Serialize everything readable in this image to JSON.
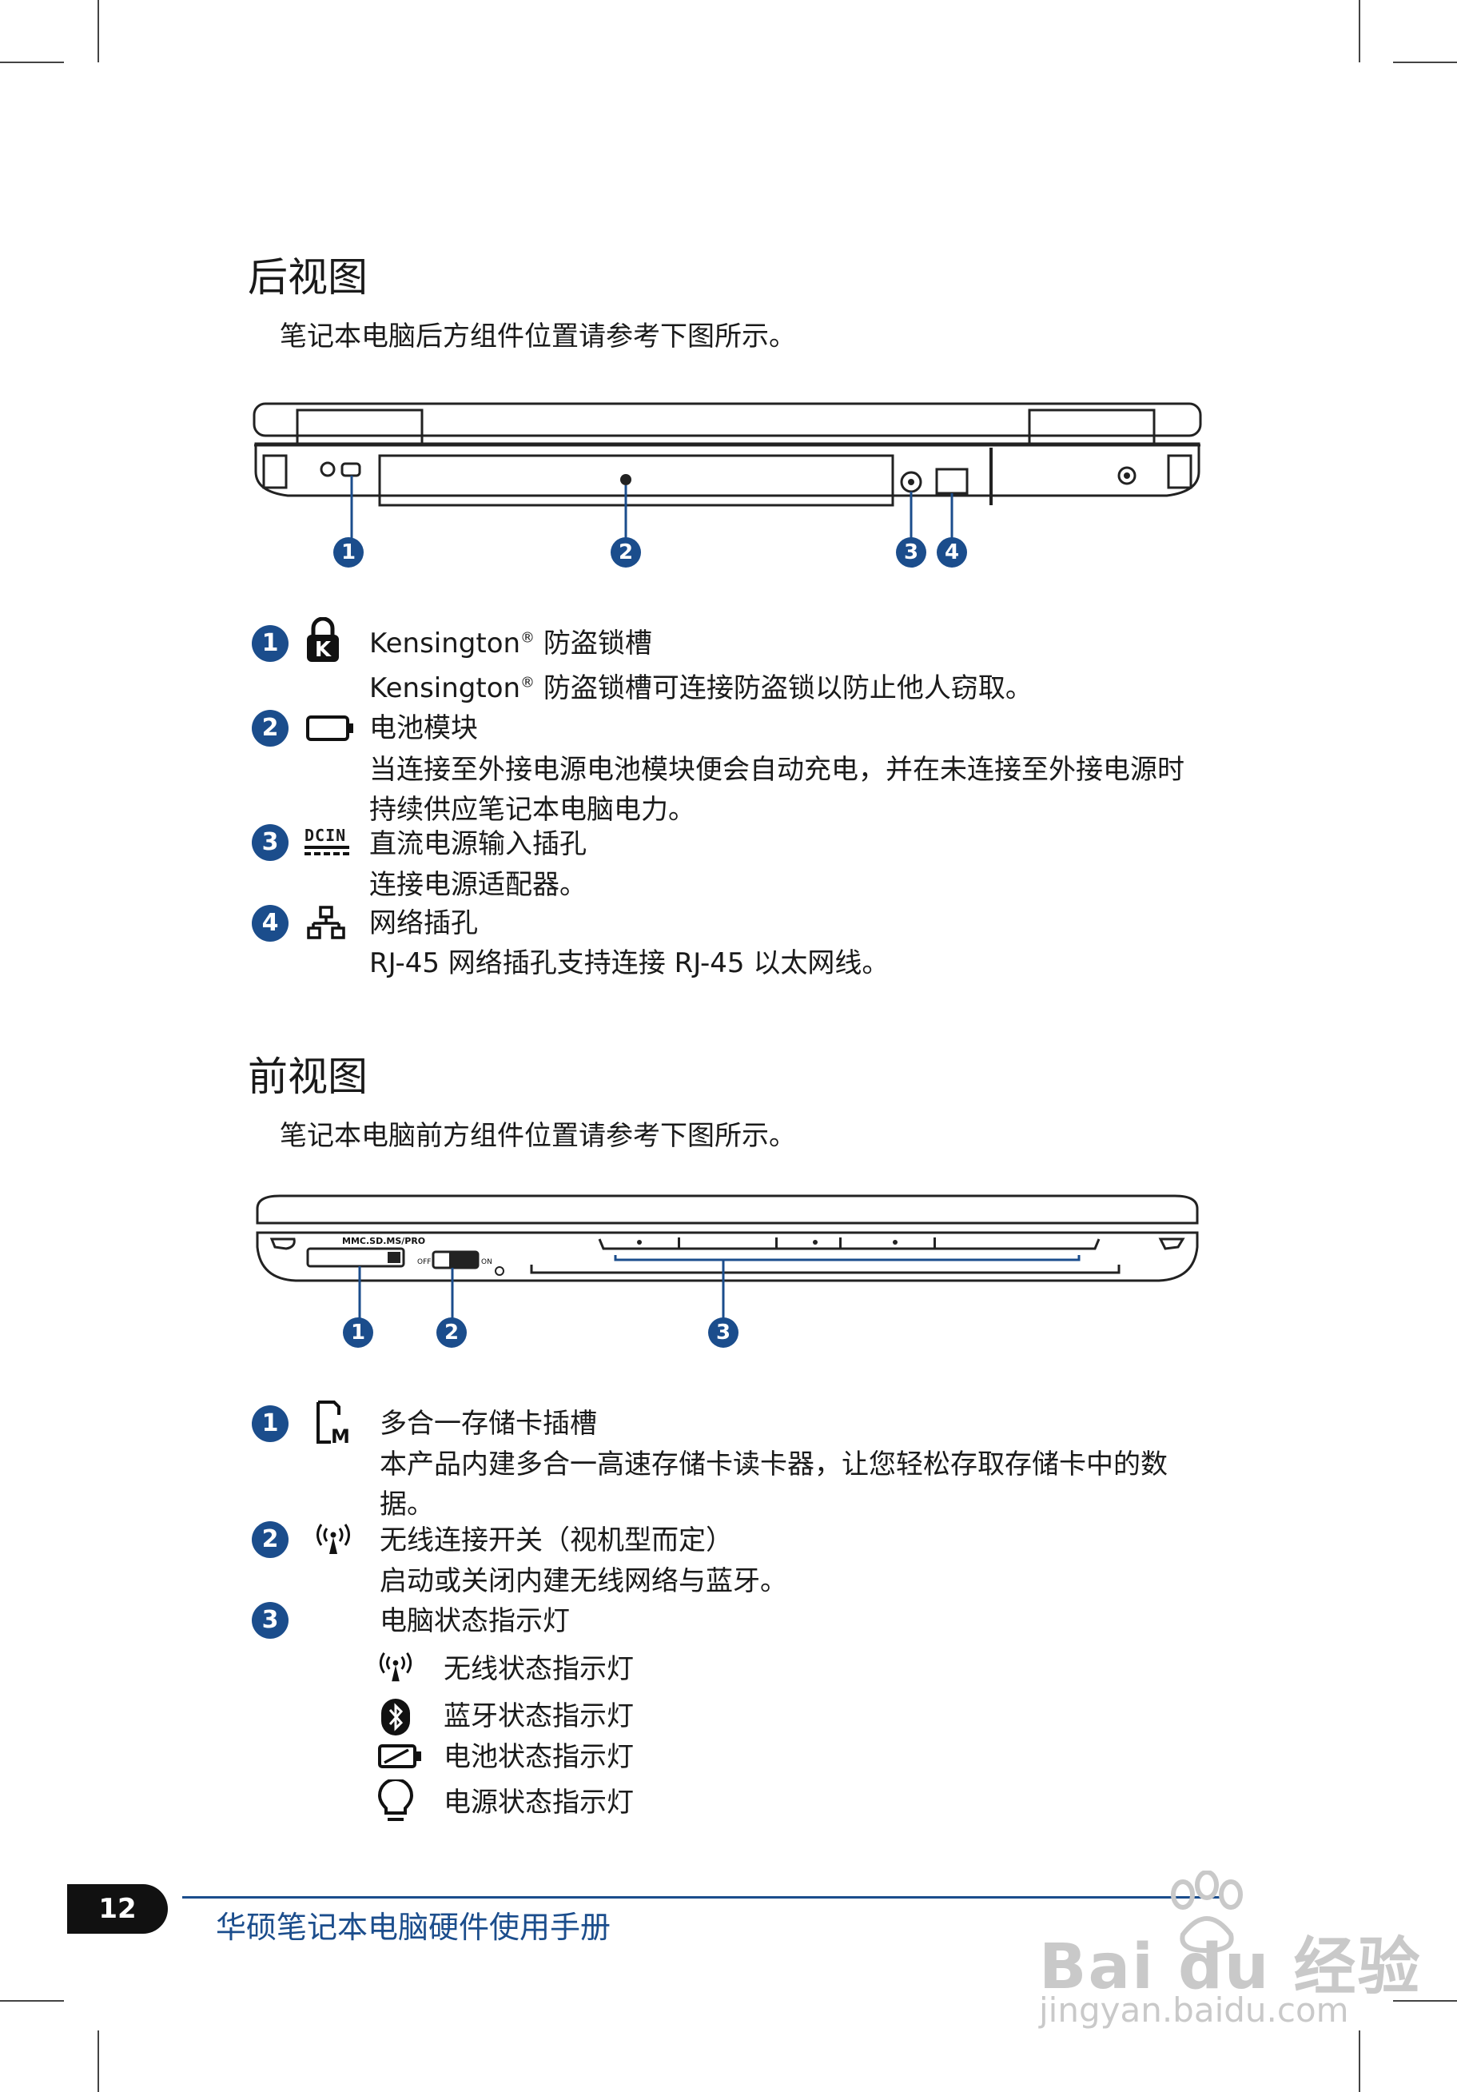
{
  "rear": {
    "heading": "后视图",
    "intro": "笔记本电脑后方组件位置请参考下图所示。",
    "callouts": [
      "1",
      "2",
      "3",
      "4"
    ],
    "items": [
      {
        "num": "1",
        "icon": "kensington-lock-icon",
        "title_pre": "Kensington",
        "title_post": " 防盗锁槽",
        "desc_pre": "Kensington",
        "desc_post": " 防盗锁槽可连接防盗锁以防止他人窃取。"
      },
      {
        "num": "2",
        "icon": "battery-icon",
        "title": "电池模块",
        "desc": "当连接至外接电源电池模块便会自动充电，并在未连接至外接电源时持续供应笔记本电脑电力。"
      },
      {
        "num": "3",
        "icon": "dc-in-icon",
        "icon_text": "DCIN",
        "title": "直流电源输入插孔",
        "desc": "连接电源适配器。"
      },
      {
        "num": "4",
        "icon": "lan-icon",
        "title": "网络插孔",
        "desc": "RJ-45 网络插孔支持连接 RJ-45 以太网线。"
      }
    ]
  },
  "front": {
    "heading": "前视图",
    "intro": "笔记本电脑前方组件位置请参考下图所示。",
    "callouts": [
      "1",
      "2",
      "3"
    ],
    "diagram_labels": {
      "card": "MMC.SD.MS/PRO",
      "off": "OFF",
      "on": "ON"
    },
    "items": [
      {
        "num": "1",
        "icon": "memory-card-icon",
        "title": "多合一存储卡插槽",
        "desc": "本产品内建多合一高速存储卡读卡器，让您轻松存取存储卡中的数据。"
      },
      {
        "num": "2",
        "icon": "wireless-icon",
        "title": "无线连接开关（视机型而定）",
        "desc": "启动或关闭内建无线网络与蓝牙。"
      },
      {
        "num": "3",
        "title": "电脑状态指示灯"
      }
    ],
    "indicators": [
      {
        "icon": "wireless-icon",
        "label": "无线状态指示灯"
      },
      {
        "icon": "bluetooth-icon",
        "label": "蓝牙状态指示灯"
      },
      {
        "icon": "battery-charge-icon",
        "label": "电池状态指示灯"
      },
      {
        "icon": "power-bulb-icon",
        "label": "电源状态指示灯"
      }
    ]
  },
  "footer": {
    "page_number": "12",
    "title": "华硕笔记本电脑硬件使用手册",
    "watermark_main": "Bai du 经验",
    "watermark_url": "jingyan.baidu.com"
  },
  "colors": {
    "accent": "#1b4d8c"
  }
}
